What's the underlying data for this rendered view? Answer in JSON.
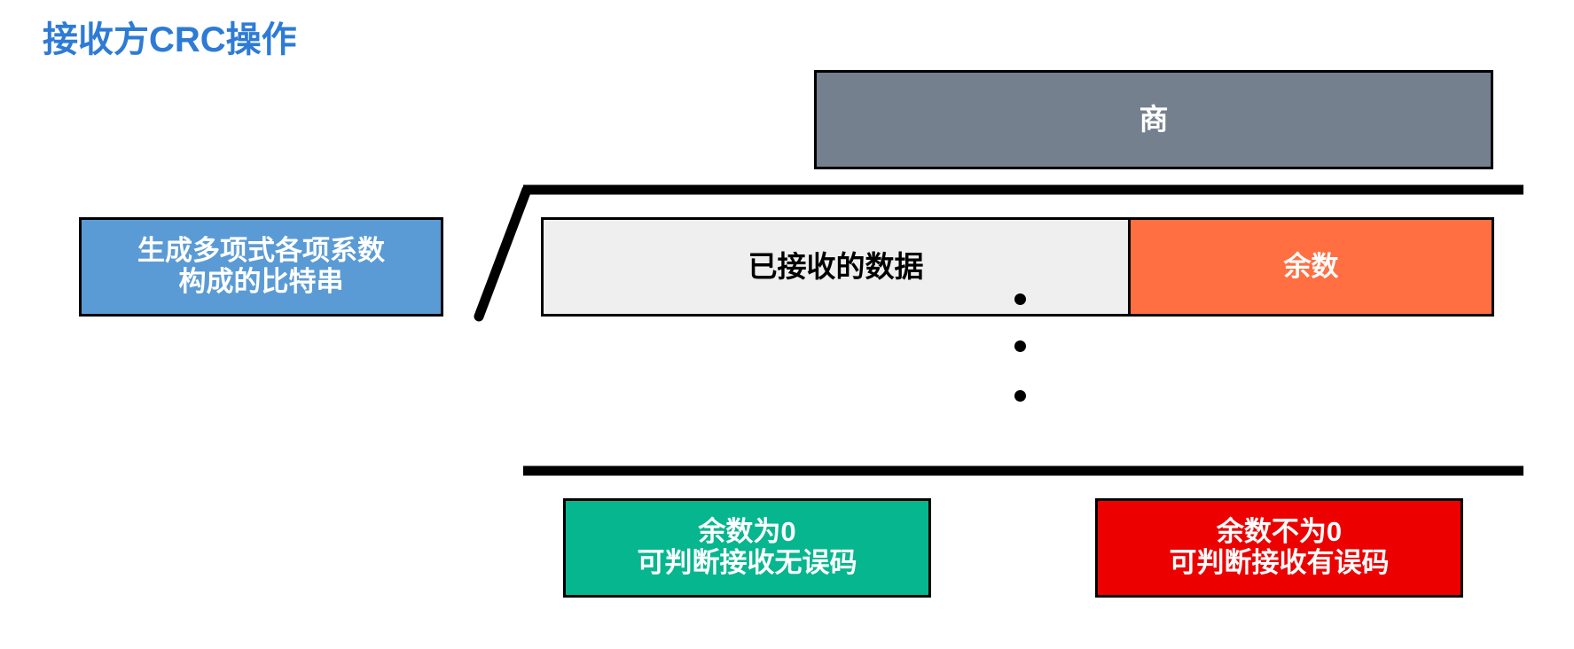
{
  "page": {
    "title": "接收方CRC操作",
    "background_color": "#FFFFFF",
    "title_color": "#2E7BD6"
  },
  "diagram": {
    "type": "crc-long-division",
    "quotient": {
      "label": "商",
      "fill": "#75808F",
      "text_color": "#FFFFFF"
    },
    "divisor": {
      "label": "生成多项式各项系数\n构成的比特串",
      "fill": "#5B9BD5",
      "text_color": "#FFFFFF"
    },
    "dividend": {
      "data_segment": {
        "label": "已接收的数据",
        "fill": "#EFEFEF",
        "text_color": "#000000"
      },
      "remainder_segment": {
        "label": "余数",
        "fill": "#FF6F42",
        "text_color": "#FFFFFF"
      }
    },
    "ellipsis_dots": 3,
    "results": [
      {
        "label": "余数为0\n可判断接收无误码",
        "fill": "#06B68E",
        "text_color": "#FFFFFF",
        "meaning": "no-error"
      },
      {
        "label": "余数不为0\n可判断接收有误码",
        "fill": "#EC0000",
        "text_color": "#FFFFFF",
        "meaning": "error-detected"
      }
    ]
  }
}
